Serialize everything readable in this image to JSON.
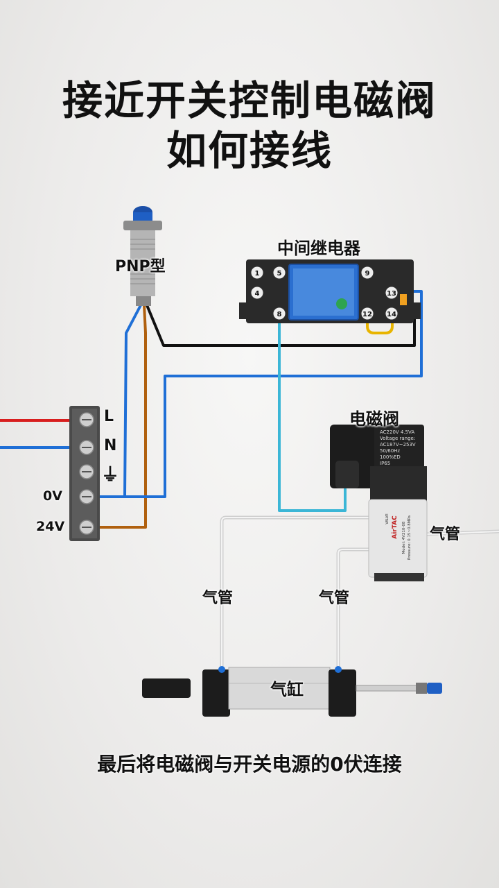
{
  "title": {
    "line1": "接近开关控制电磁阀",
    "line2": "如何接线"
  },
  "labels": {
    "sensor_type": "PNP型",
    "relay": "中间继电器",
    "solenoid_valve": "电磁阀",
    "air_pipe_right": "气管",
    "air_pipe_left": "气管",
    "air_pipe_mid": "气管",
    "cylinder": "气缸"
  },
  "terminal_block": {
    "terminals": [
      "L",
      "N",
      "⏚",
      "0V",
      "24V"
    ]
  },
  "relay_pins": [
    "1",
    "5",
    "9",
    "4",
    "13",
    "8",
    "12",
    "14"
  ],
  "coil_label": {
    "lines": [
      "AC220V 4.5VA",
      "Voltage range:",
      "AC187V~253V",
      "50/60Hz",
      "100%ED",
      "IP65"
    ]
  },
  "valve_label": {
    "brand": "AirTAC",
    "model": "Model: 4V210-08",
    "pressure": "Pressure: 0.15~0.8MPa",
    "valve_tag": "VALVE"
  },
  "caption": "最后将电磁阀与开关电源的0伏连接",
  "colors": {
    "wire_blue": "#1f6fd6",
    "wire_brown": "#b0600e",
    "wire_black": "#111111",
    "wire_red": "#d81e1e",
    "wire_cyan": "#3bb6d6",
    "wire_yellow": "#e8b400",
    "air_pipe": "#d8d8d8"
  }
}
